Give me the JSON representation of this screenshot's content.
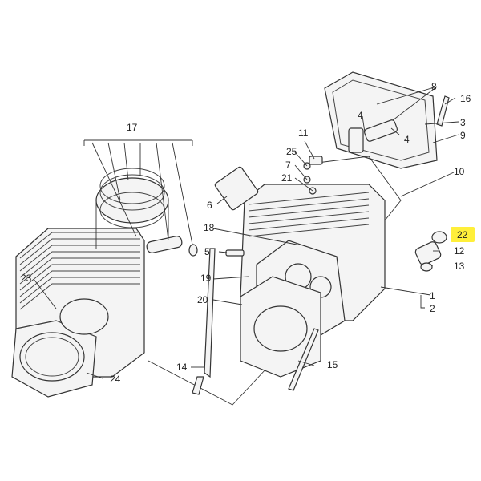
{
  "diagram": {
    "highlight_color": "#ffef3a",
    "callouts": [
      {
        "id": "c1",
        "text": "1"
      },
      {
        "id": "c2",
        "text": "2"
      },
      {
        "id": "c3",
        "text": "3"
      },
      {
        "id": "c4a",
        "text": "4"
      },
      {
        "id": "c4b",
        "text": "4"
      },
      {
        "id": "c5",
        "text": "5"
      },
      {
        "id": "c6",
        "text": "6"
      },
      {
        "id": "c7",
        "text": "7"
      },
      {
        "id": "c8",
        "text": "8"
      },
      {
        "id": "c9",
        "text": "9"
      },
      {
        "id": "c10",
        "text": "10"
      },
      {
        "id": "c11",
        "text": "11"
      },
      {
        "id": "c12",
        "text": "12"
      },
      {
        "id": "c13",
        "text": "13"
      },
      {
        "id": "c14",
        "text": "14"
      },
      {
        "id": "c15",
        "text": "15"
      },
      {
        "id": "c16",
        "text": "16"
      },
      {
        "id": "c17",
        "text": "17"
      },
      {
        "id": "c18",
        "text": "18"
      },
      {
        "id": "c19",
        "text": "19"
      },
      {
        "id": "c20",
        "text": "20"
      },
      {
        "id": "c21",
        "text": "21"
      },
      {
        "id": "c22",
        "text": "22",
        "highlighted": true
      },
      {
        "id": "c23",
        "text": "23"
      },
      {
        "id": "c24",
        "text": "24"
      },
      {
        "id": "c25",
        "text": "25"
      }
    ]
  }
}
